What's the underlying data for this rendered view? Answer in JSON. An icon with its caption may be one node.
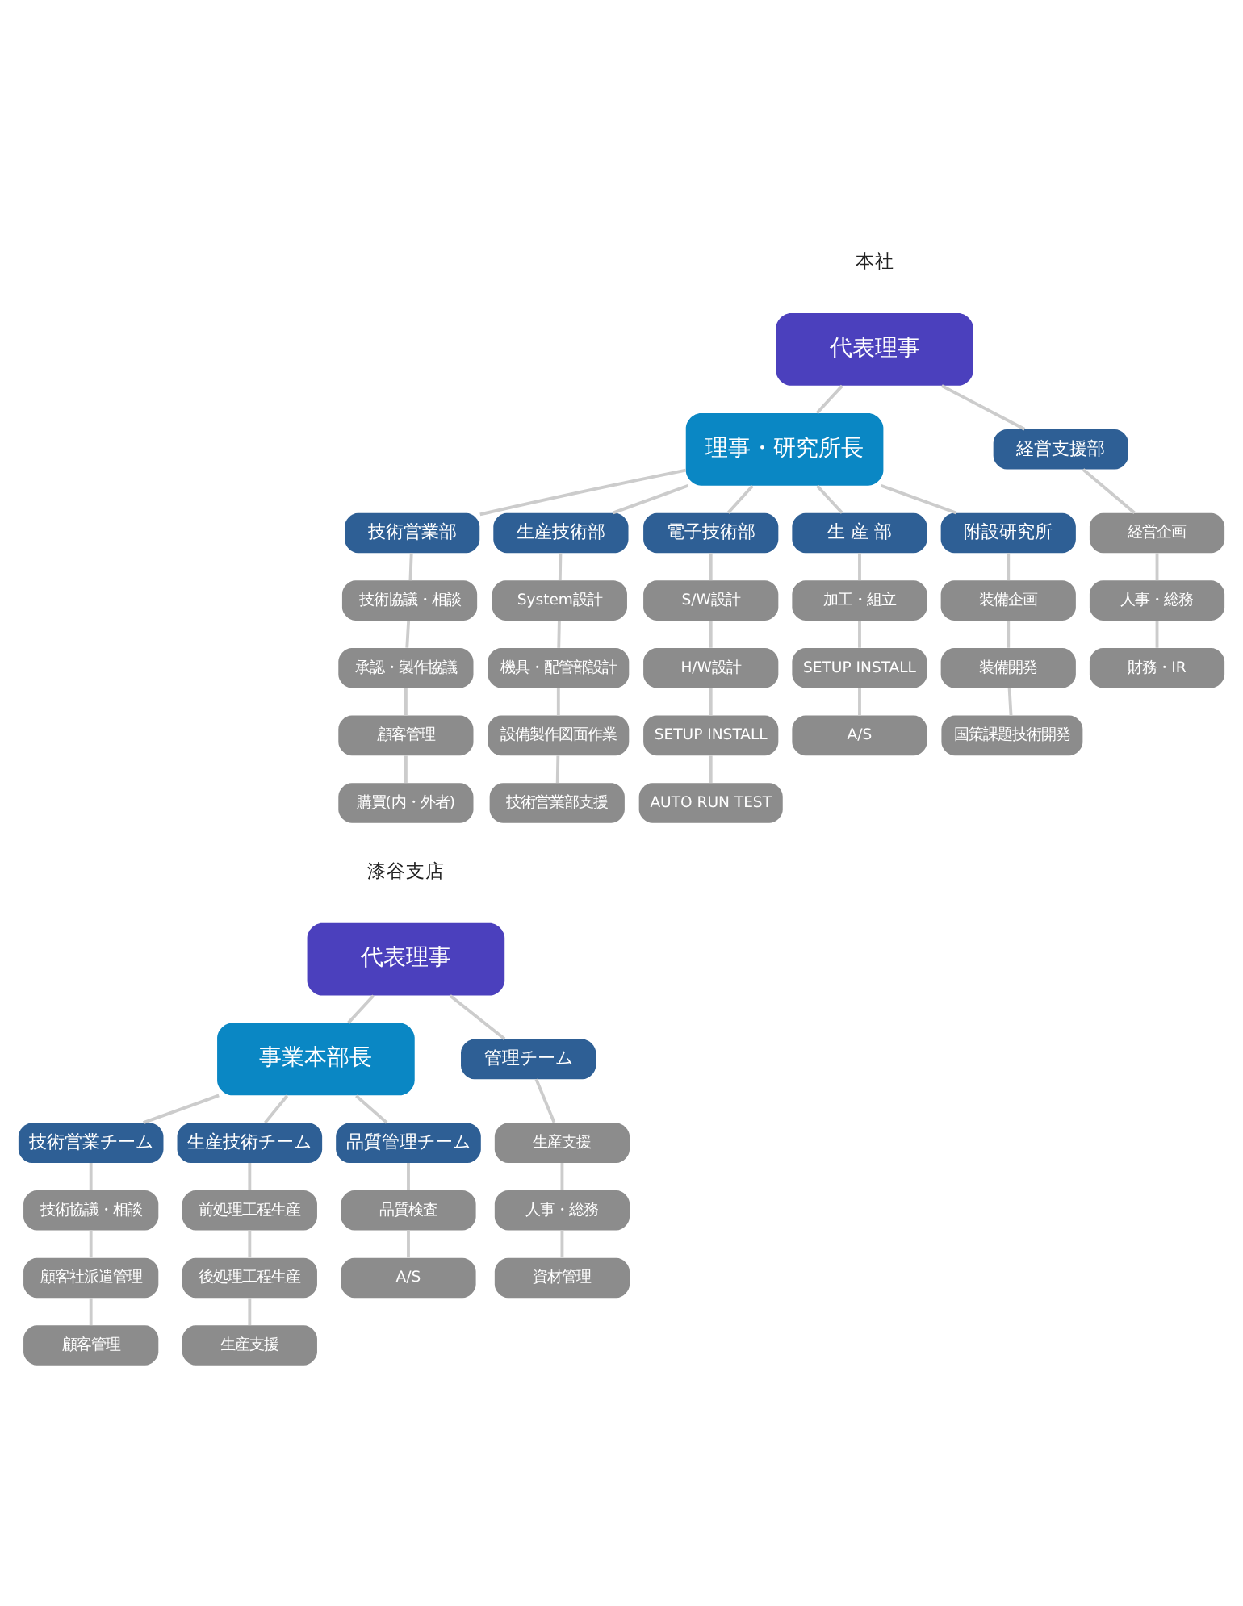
{
  "diagram": {
    "nodes": [
      {
        "text": [
          "代表理事"
        ]
      },
      {
        "text": [
          "理事・研究所長"
        ]
      },
      {
        "text": [
          "経営支援部"
        ]
      },
      {
        "text": [
          "技術営業部"
        ]
      },
      {
        "text": [
          "生産技術部"
        ]
      },
      {
        "text": [
          "電子技術部"
        ]
      },
      {
        "text": [
          "生 産 部"
        ]
      },
      {
        "text": [
          "附設研究所"
        ]
      },
      {
        "text": [
          "経営企画"
        ]
      },
      {
        "text": [
          "人事・総務"
        ]
      },
      {
        "text": [
          "財務・IR"
        ]
      },
      {
        "text": [
          "技術協議・相談"
        ]
      },
      {
        "text": [
          "承認・製作協議"
        ]
      },
      {
        "text": [
          "顧客管理"
        ]
      },
      {
        "text": [
          "購買(内・外者)"
        ]
      },
      {
        "text": [
          "System設計"
        ]
      },
      {
        "text": [
          "機具・配管部設計"
        ]
      },
      {
        "text": [
          "設備製作図面作業"
        ]
      },
      {
        "text": [
          "技術営業部支援"
        ]
      },
      {
        "text": [
          "S/W設計"
        ]
      },
      {
        "text": [
          "H/W設計"
        ]
      },
      {
        "text": [
          "SETUP INSTALL"
        ]
      },
      {
        "text": [
          "AUTO RUN TEST"
        ]
      },
      {
        "text": [
          "加工・組立"
        ]
      },
      {
        "text": [
          "SETUP INSTALL"
        ]
      },
      {
        "text": [
          "A/S"
        ]
      },
      {
        "text": [
          "装備企画"
        ]
      },
      {
        "text": [
          "装備開発"
        ]
      },
      {
        "text": [
          "国策課題技術開発"
        ]
      },
      {
        "text": [
          "代表理事"
        ]
      },
      {
        "text": [
          "事業本部長"
        ]
      },
      {
        "text": [
          "管理チーム"
        ]
      },
      {
        "text": [
          "技術営業チーム"
        ]
      },
      {
        "text": [
          "生産技術チーム"
        ]
      },
      {
        "text": [
          "品質管理チーム"
        ]
      },
      {
        "text": [
          "生産支援"
        ]
      },
      {
        "text": [
          "人事・総務"
        ]
      },
      {
        "text": [
          "資材管理"
        ]
      },
      {
        "text": [
          "技術協議・相談"
        ]
      },
      {
        "text": [
          "顧客社派遣管理"
        ]
      },
      {
        "text": [
          "顧客管理"
        ]
      },
      {
        "text": [
          "前処理工程生産"
        ]
      },
      {
        "text": [
          "後処理工程生産"
        ]
      },
      {
        "text": [
          "生産支援"
        ]
      },
      {
        "text": [
          "品質検査"
        ]
      },
      {
        "text": [
          "A/S"
        ]
      }
    ],
    "edges": [
      {
        "from": 0,
        "to": 1,
        "arrow": "none"
      },
      {
        "from": 0,
        "to": 2,
        "arrow": "none"
      },
      {
        "from": 1,
        "to": 3,
        "arrow": "none"
      },
      {
        "from": 1,
        "to": 4,
        "arrow": "none"
      },
      {
        "from": 1,
        "to": 5,
        "arrow": "none"
      },
      {
        "from": 1,
        "to": 6,
        "arrow": "none"
      },
      {
        "from": 1,
        "to": 7,
        "arrow": "none"
      },
      {
        "from": 2,
        "to": 8,
        "arrow": "none"
      },
      {
        "from": 8,
        "to": 9,
        "arrow": "none"
      },
      {
        "from": 9,
        "to": 10,
        "arrow": "none"
      },
      {
        "from": 3,
        "to": 11,
        "arrow": "none"
      },
      {
        "from": 11,
        "to": 12,
        "arrow": "none"
      },
      {
        "from": 12,
        "to": 13,
        "arrow": "none"
      },
      {
        "from": 13,
        "to": 14,
        "arrow": "none"
      },
      {
        "from": 4,
        "to": 15,
        "arrow": "none"
      },
      {
        "from": 15,
        "to": 16,
        "arrow": "none"
      },
      {
        "from": 16,
        "to": 17,
        "arrow": "none"
      },
      {
        "from": 17,
        "to": 18,
        "arrow": "none"
      },
      {
        "from": 5,
        "to": 19,
        "arrow": "none"
      },
      {
        "from": 19,
        "to": 20,
        "arrow": "none"
      },
      {
        "from": 20,
        "to": 21,
        "arrow": "none"
      },
      {
        "from": 21,
        "to": 22,
        "arrow": "none"
      },
      {
        "from": 6,
        "to": 23,
        "arrow": "none"
      },
      {
        "from": 23,
        "to": 24,
        "arrow": "none"
      },
      {
        "from": 24,
        "to": 25,
        "arrow": "none"
      },
      {
        "from": 7,
        "to": 26,
        "arrow": "none"
      },
      {
        "from": 26,
        "to": 27,
        "arrow": "none"
      },
      {
        "from": 27,
        "to": 28,
        "arrow": "none"
      },
      {
        "from": 29,
        "to": 30,
        "arrow": "none"
      },
      {
        "from": 29,
        "to": 31,
        "arrow": "none"
      },
      {
        "from": 30,
        "to": 32,
        "arrow": "none"
      },
      {
        "from": 30,
        "to": 33,
        "arrow": "none"
      },
      {
        "from": 30,
        "to": 34,
        "arrow": "none"
      },
      {
        "from": 31,
        "to": 35,
        "arrow": "none"
      },
      {
        "from": 35,
        "to": 36,
        "arrow": "none"
      },
      {
        "from": 36,
        "to": 37,
        "arrow": "none"
      },
      {
        "from": 32,
        "to": 38,
        "arrow": "none"
      },
      {
        "from": 38,
        "to": 39,
        "arrow": "none"
      },
      {
        "from": 39,
        "to": 40,
        "arrow": "none"
      },
      {
        "from": 33,
        "to": 41,
        "arrow": "none"
      },
      {
        "from": 41,
        "to": 42,
        "arrow": "none"
      },
      {
        "from": 42,
        "to": 43,
        "arrow": "none"
      },
      {
        "from": 34,
        "to": 44,
        "arrow": "none"
      },
      {
        "from": 44,
        "to": 45,
        "arrow": "none"
      }
    ],
    "labels": [
      "本社",
      "漆谷支店"
    ]
  }
}
